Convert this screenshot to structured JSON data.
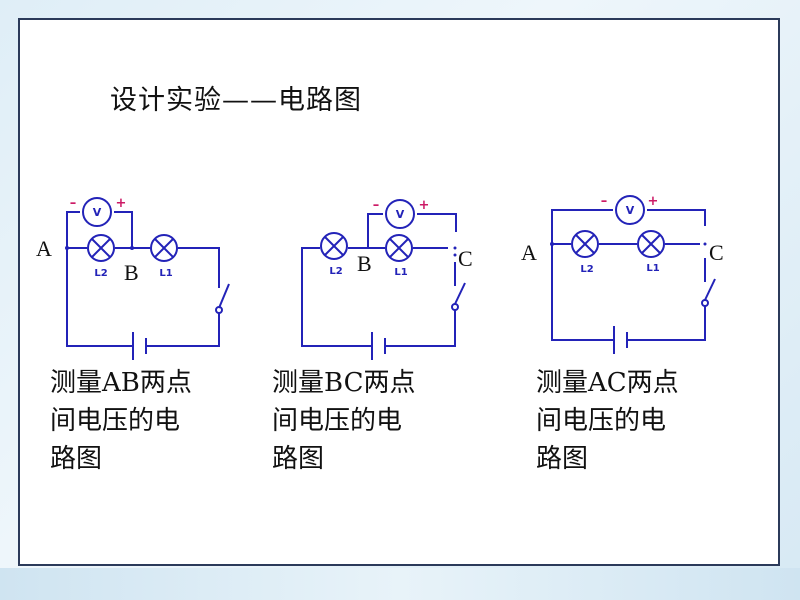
{
  "title": "设计实验——电路图",
  "captions": [
    {
      "lines": [
        "测量AB两点",
        "间电压的电",
        "路图"
      ]
    },
    {
      "lines": [
        "测量BC两点",
        "间电压的电",
        "路图"
      ]
    },
    {
      "lines": [
        "测量AC两点",
        "间电压的电",
        "路图"
      ]
    }
  ],
  "components": {
    "voltmeter": "V",
    "lamp1": "L1",
    "lamp2": "L2",
    "minus": "–",
    "plus": "+"
  },
  "nodes": {
    "a": "A",
    "b": "B",
    "c": "C"
  },
  "colors": {
    "wire": "#2323b8",
    "polarity": "#cc1a66",
    "frame": "#2b3a5a"
  }
}
